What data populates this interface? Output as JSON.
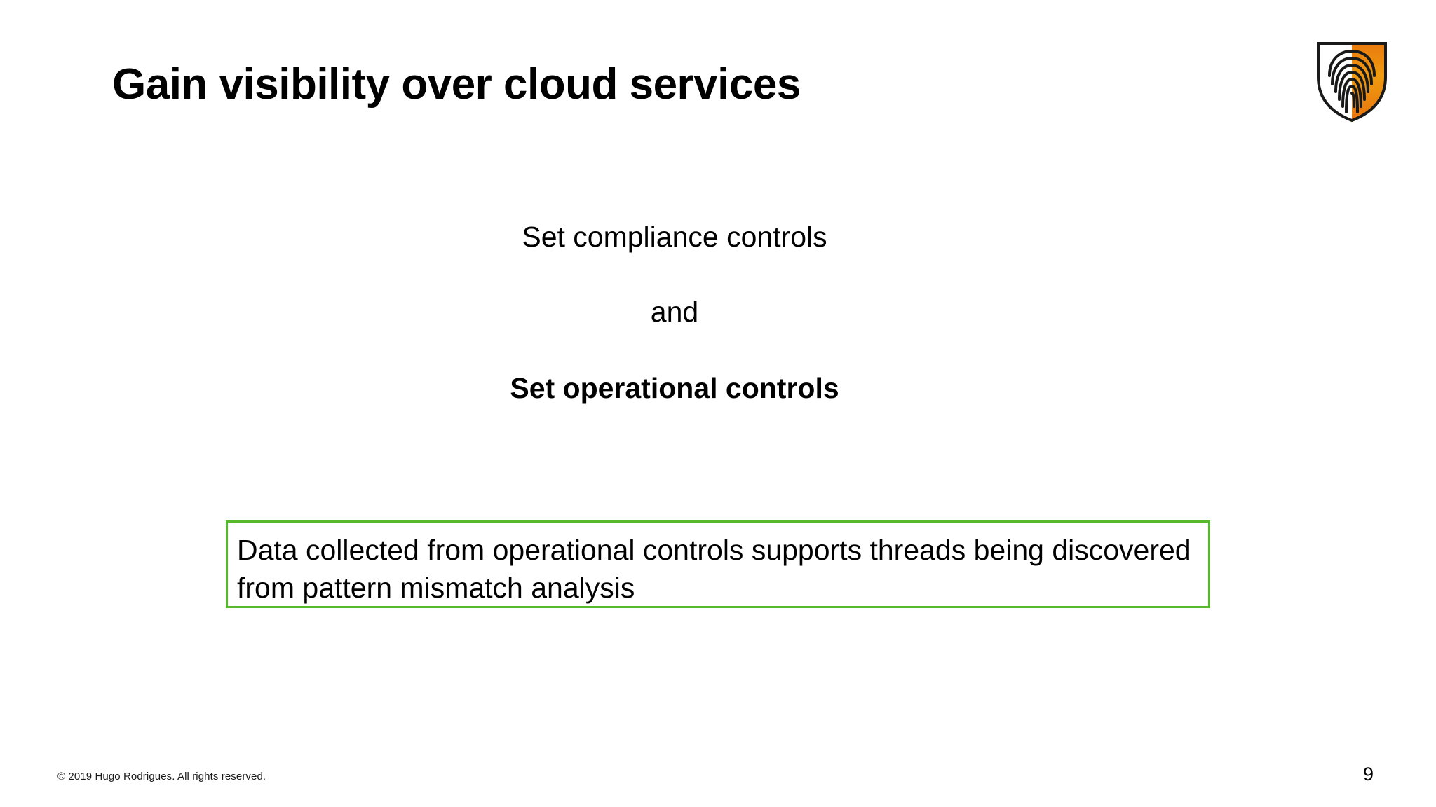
{
  "slide": {
    "title": "Gain visibility over cloud services",
    "background_color": "#ffffff",
    "page_number": "9"
  },
  "logo": {
    "name": "shield-fingerprint-logo",
    "shield_outline_color": "#1a1a1a",
    "shield_left_color": "#ffffff",
    "shield_right_color": "#e8720c",
    "shield_right_color_2": "#f0a500",
    "ridge_color": "#1a1a1a"
  },
  "statement": {
    "line1": "Set compliance controls",
    "connector": "and",
    "line2": "Set operational controls"
  },
  "callout": {
    "text": "Data collected from operational controls supports threads being discovered from pattern mismatch analysis",
    "border_color": "#56b92c",
    "background_color": "#ffffff"
  },
  "footer": {
    "copyright": "© 2019 Hugo Rodrigues. All rights reserved."
  }
}
